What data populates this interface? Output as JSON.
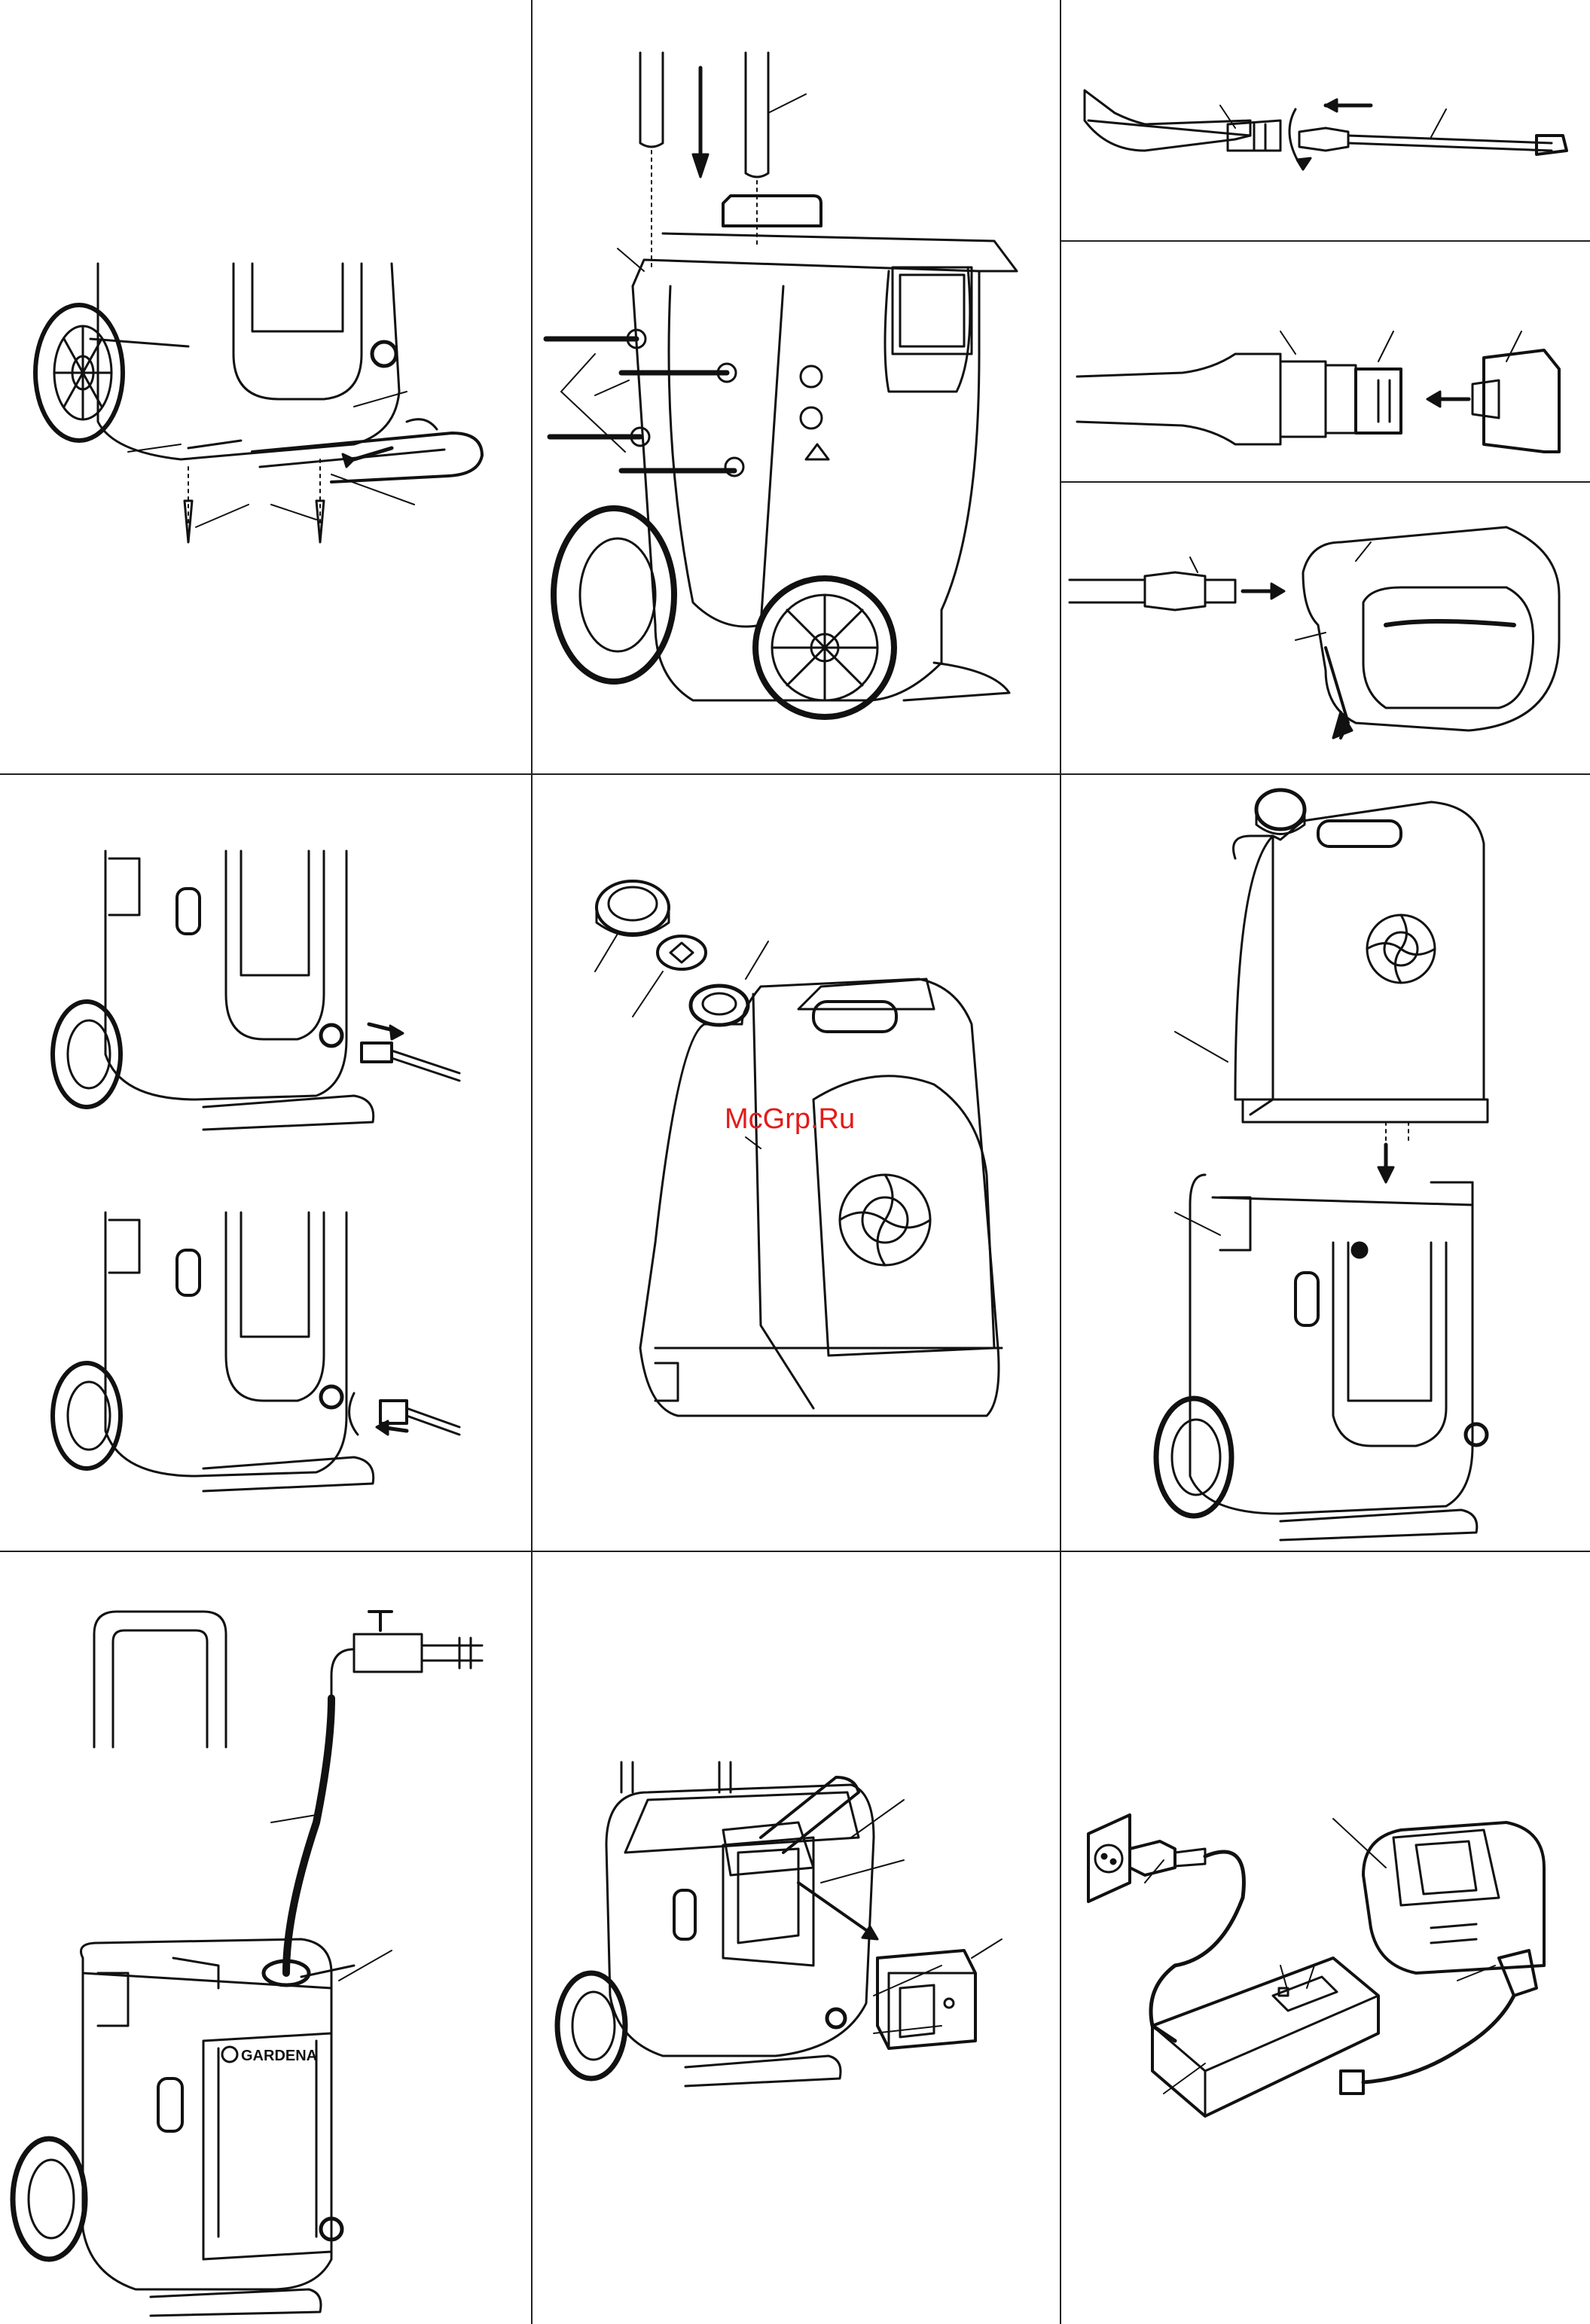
{
  "watermark": {
    "text": "McGrp.Ru",
    "color": "#e21b1b"
  },
  "brand": {
    "logo_text": "GARDENA"
  },
  "colors": {
    "line": "#111111",
    "fill": "#ffffff",
    "grid": "#222222"
  },
  "panels": [
    {
      "id": "handle-bar-assembly"
    },
    {
      "id": "push-handle-assembly"
    },
    {
      "id": "spray-lance-connection"
    },
    {
      "id": "nozzle-attachment"
    },
    {
      "id": "spray-gun-connection"
    },
    {
      "id": "hose-connection"
    },
    {
      "id": "tank-cap-removal"
    },
    {
      "id": "tank-mounting"
    },
    {
      "id": "tank-filling-from-tap"
    },
    {
      "id": "battery-removal"
    },
    {
      "id": "battery-charging"
    }
  ]
}
